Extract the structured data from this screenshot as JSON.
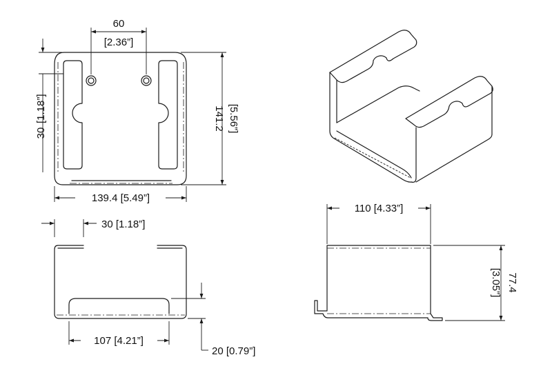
{
  "dimensions": {
    "hole_spacing_mm": "60",
    "hole_spacing_in": "[2.36”]",
    "height_mm": "141.2",
    "height_in": "[5.56”]",
    "width": "139.4 [5.49”]",
    "slot_height_mm": "30",
    "slot_height_in": "[1.18”]",
    "flange_width": "30 [1.18”]",
    "inner_width": "107 [4.21”]",
    "lip_height": "20 [0.79”]",
    "depth": "110 [4.33”]",
    "side_height_mm": "77.4",
    "side_height_in": "[3.05”]"
  }
}
